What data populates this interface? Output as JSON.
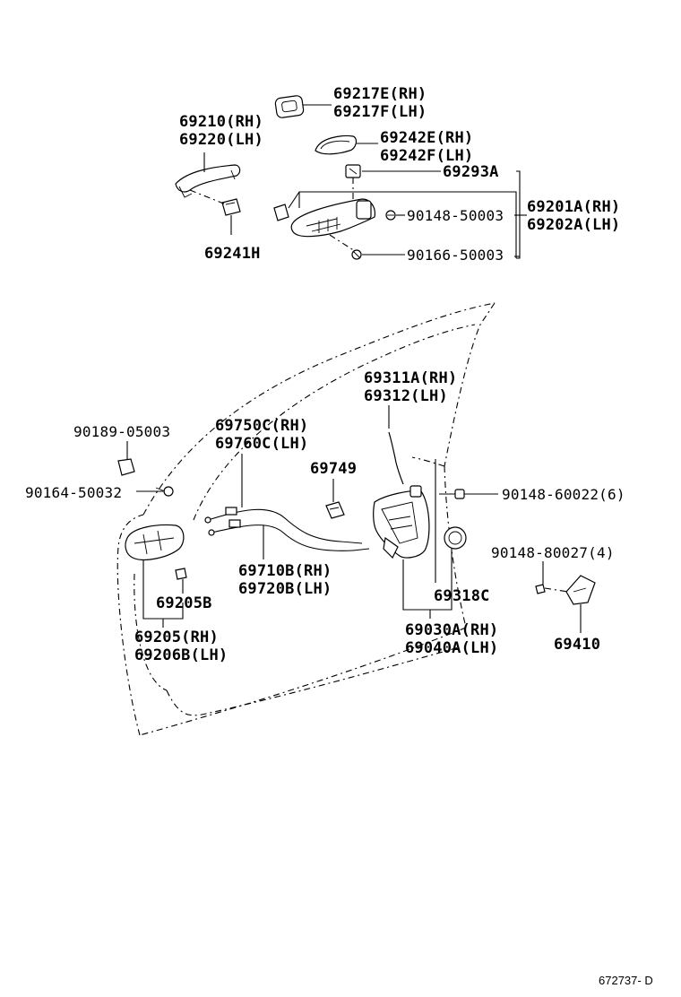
{
  "labels": {
    "p69217": [
      "69217E(RH)",
      "69217F(LH)"
    ],
    "p69210": [
      "69210(RH)",
      "69220(LH)"
    ],
    "p69242": [
      "69242E(RH)",
      "69242F(LH)"
    ],
    "p69293": "69293A",
    "p69201": [
      "69201A(RH)",
      "69202A(LH)"
    ],
    "p90148_50003": "90148-50003",
    "p69241": "69241H",
    "p90166": "90166-50003",
    "p69311": [
      "69311A(RH)",
      "69312(LH)"
    ],
    "p90189": "90189-05003",
    "p69750": [
      "69750C(RH)",
      "69760C(LH)"
    ],
    "p69749": "69749",
    "p90164": "90164-50032",
    "p90148_60022": "90148-60022(6)",
    "p90148_80027": "90148-80027(4)",
    "p69710": [
      "69710B(RH)",
      "69720B(LH)"
    ],
    "p69205b": "69205B",
    "p69318": "69318C",
    "p69410": "69410",
    "p69030": [
      "69030A(RH)",
      "69040A(LH)"
    ],
    "p69205": [
      "69205(RH)",
      "69206B(LH)"
    ]
  },
  "doc_number": "672737- D"
}
